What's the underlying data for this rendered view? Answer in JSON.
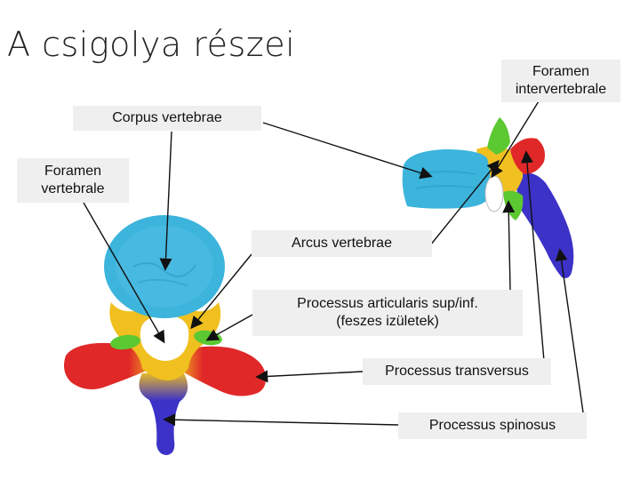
{
  "title": "A csigolya részei",
  "labels": {
    "foramen_intervertebrale": [
      "Foramen",
      "intervertebrale"
    ],
    "corpus_vertebrae": "Corpus vertebrae",
    "foramen_vertebrale": [
      "Foramen",
      "vertebrale"
    ],
    "arcus_vertebrae": "Arcus vertebrae",
    "processus_articularis": [
      "Processus articularis sup/inf.",
      "(feszes izületek)"
    ],
    "processus_transversus": "Processus transversus",
    "processus_spinosus": "Processus spinosus"
  },
  "colors": {
    "body": "#3cb4dc",
    "arch": "#f0c020",
    "articular": "#5cc832",
    "transverse": "#e02828",
    "spinous": "#3c32c8"
  }
}
